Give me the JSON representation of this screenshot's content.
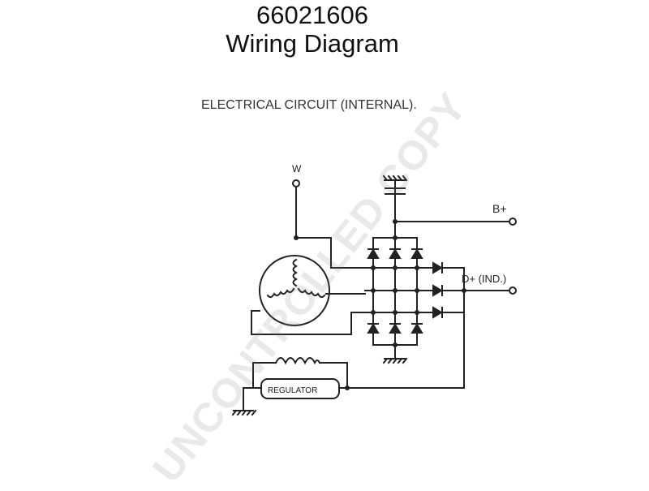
{
  "header": {
    "part_number": "66021606",
    "title": "Wiring Diagram",
    "subtitle": "ELECTRICAL CIRCUIT (INTERNAL)."
  },
  "terminals": {
    "w": "W",
    "b_plus": "B+",
    "d_plus": "D+ (IND.)"
  },
  "components": {
    "regulator": "REGULATOR"
  },
  "watermark": "UNCONTROLLED COPY",
  "colors": {
    "line": "#222222",
    "watermark": "#9a9a9a"
  }
}
